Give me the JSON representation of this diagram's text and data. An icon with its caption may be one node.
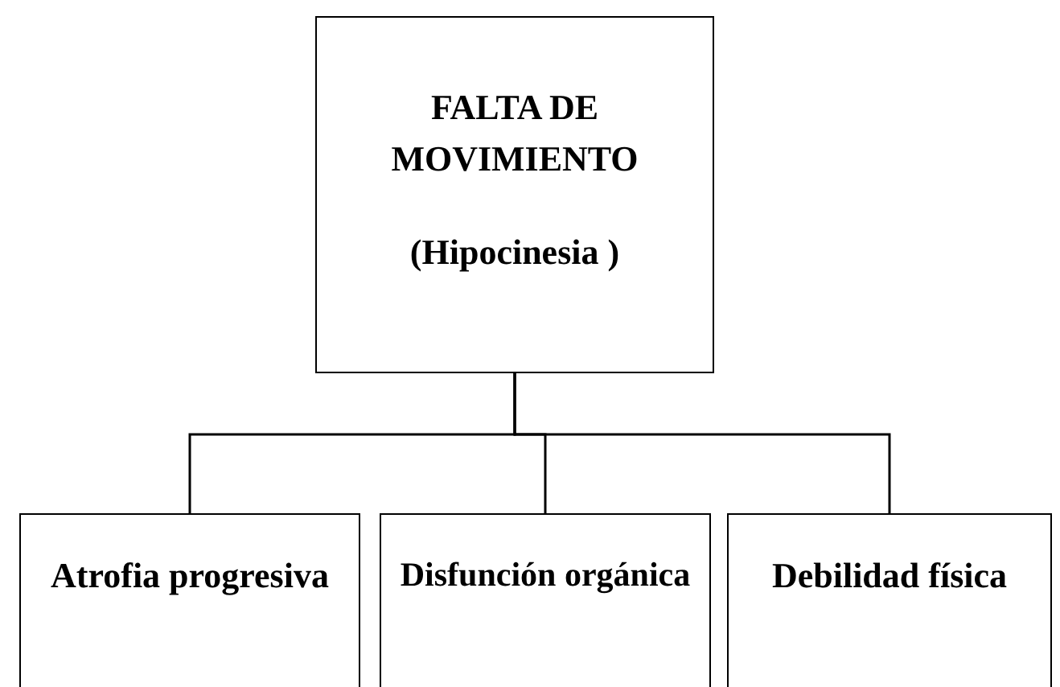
{
  "diagram": {
    "nodes": [
      {
        "text": [
          "FALTA DE MOVIMIENTO",
          "(Hipocinesia )"
        ]
      },
      {
        "text": [
          "Atrofia progresiva"
        ]
      },
      {
        "text": [
          "Disfunción orgánica"
        ]
      },
      {
        "text": [
          "Debilidad física"
        ]
      }
    ],
    "edges": [
      {
        "from": 0,
        "to": 1,
        "arrow": "none"
      },
      {
        "from": 0,
        "to": 2,
        "arrow": "none"
      },
      {
        "from": 0,
        "to": 3,
        "arrow": "none"
      }
    ]
  }
}
